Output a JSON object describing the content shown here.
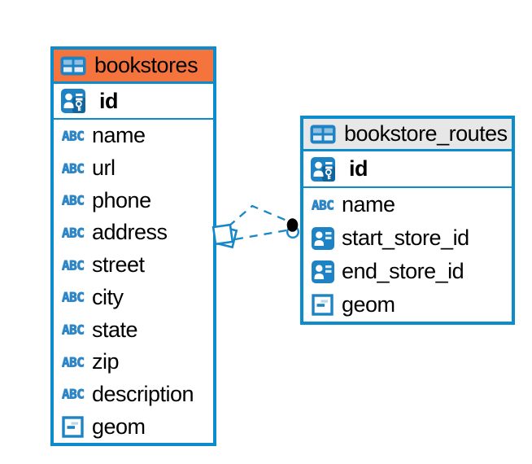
{
  "diagram": {
    "type": "entity-relationship",
    "accent_color": "#0d8ccd",
    "icon_blue": "#1d83c4",
    "text_type_color": "#2e86c6",
    "dash_color": "#1787c9",
    "tables": [
      {
        "key": "bookstores",
        "title": "bookstores",
        "header_color": "#f5743d",
        "header_icon": "table-icon",
        "primary_key": {
          "name": "id",
          "icon": "primary-key-icon"
        },
        "columns": [
          {
            "name": "name",
            "type": "text",
            "icon": "text-type-icon"
          },
          {
            "name": "url",
            "type": "text",
            "icon": "text-type-icon"
          },
          {
            "name": "phone",
            "type": "text",
            "icon": "text-type-icon"
          },
          {
            "name": "address",
            "type": "text",
            "icon": "text-type-icon"
          },
          {
            "name": "street",
            "type": "text",
            "icon": "text-type-icon"
          },
          {
            "name": "city",
            "type": "text",
            "icon": "text-type-icon"
          },
          {
            "name": "state",
            "type": "text",
            "icon": "text-type-icon"
          },
          {
            "name": "zip",
            "type": "text",
            "icon": "text-type-icon"
          },
          {
            "name": "description",
            "type": "text",
            "icon": "text-type-icon"
          },
          {
            "name": "geom",
            "type": "geometry",
            "icon": "geometry-type-icon"
          }
        ]
      },
      {
        "key": "bookstore_routes",
        "title": "bookstore_routes",
        "header_color": "#e7e7e7",
        "header_icon": "table-icon",
        "primary_key": {
          "name": "id",
          "icon": "primary-key-icon"
        },
        "columns": [
          {
            "name": "name",
            "type": "text",
            "icon": "text-type-icon"
          },
          {
            "name": "start_store_id",
            "type": "reference",
            "icon": "reference-type-icon"
          },
          {
            "name": "end_store_id",
            "type": "reference",
            "icon": "reference-type-icon"
          },
          {
            "name": "geom",
            "type": "geometry",
            "icon": "geometry-type-icon"
          }
        ]
      }
    ],
    "relationship": {
      "between": [
        "bookstore_routes",
        "bookstores"
      ],
      "line_style": "dashed",
      "start_marker": "diamond",
      "end_marker": "dot"
    }
  }
}
